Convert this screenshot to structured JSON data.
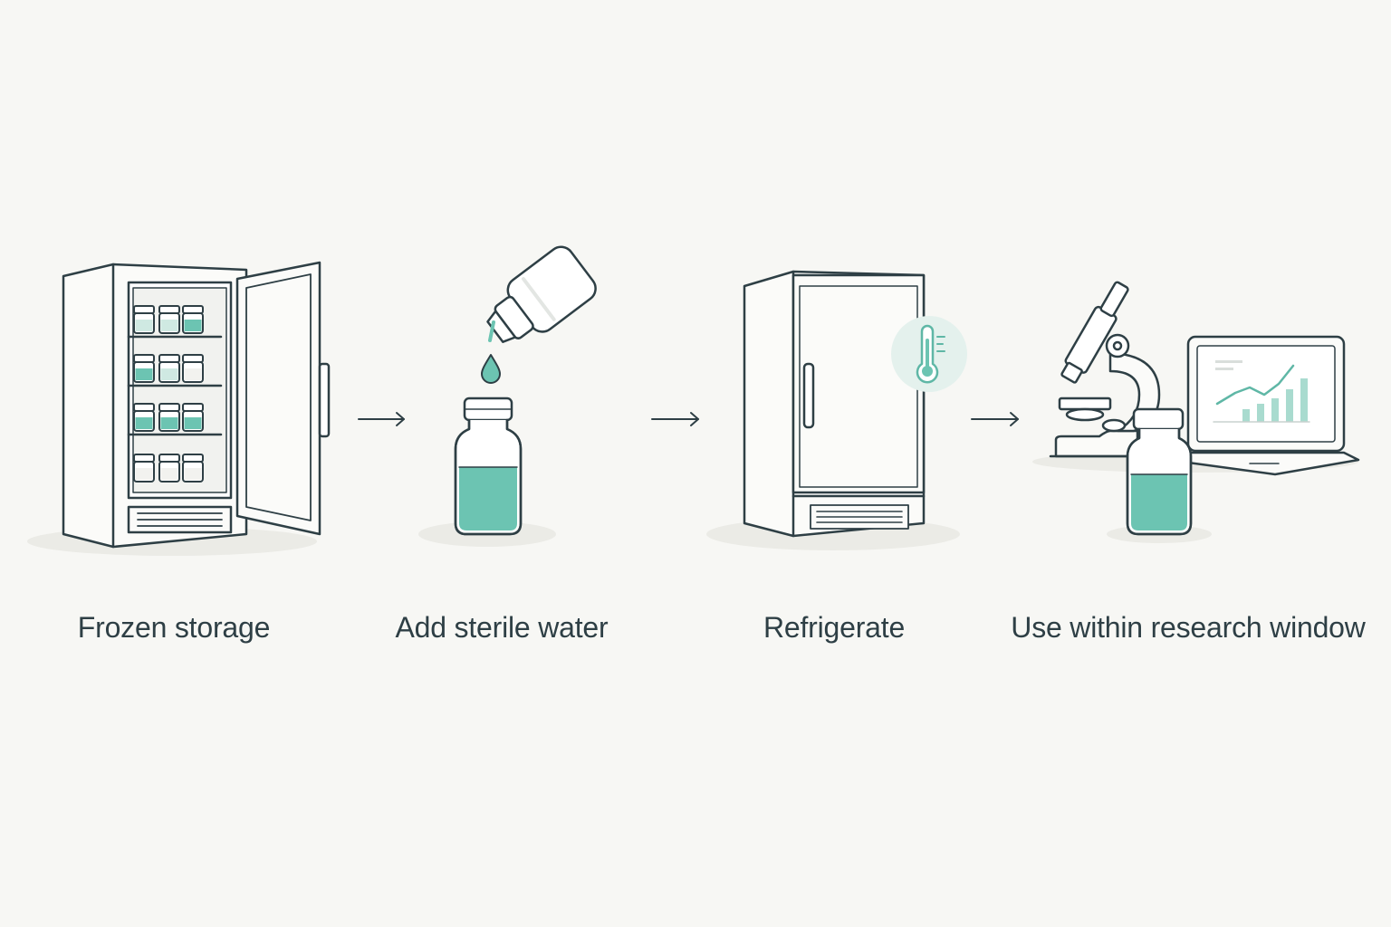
{
  "colors": {
    "background": "#f7f7f4",
    "outline": "#2e3f45",
    "accent_teal": "#6cc4b2",
    "text": "#2e3f45"
  },
  "steps": [
    {
      "label": "Frozen storage",
      "icon": "open-freezer-with-vials-icon"
    },
    {
      "label": "Add sterile water",
      "icon": "dropper-bottle-and-vial-icon"
    },
    {
      "label": "Refrigerate",
      "icon": "refrigerator-thermometer-icon"
    },
    {
      "label": "Use within research window",
      "icon": "microscope-laptop-vial-icon"
    }
  ],
  "connectors": [
    "arrow-right-icon",
    "arrow-right-icon",
    "arrow-right-icon"
  ]
}
